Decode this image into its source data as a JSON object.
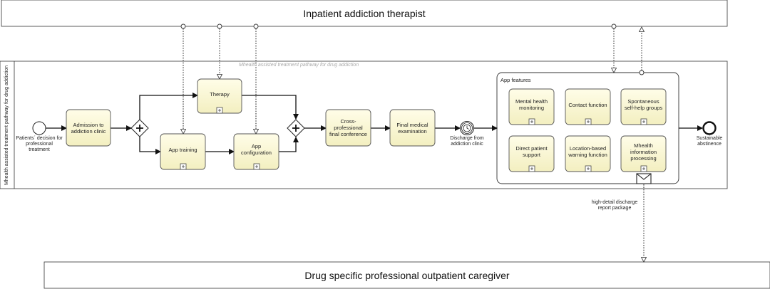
{
  "pools": {
    "top": "Inpatient addiction therapist",
    "bottom": "Drug specific professional outpatient caregiver"
  },
  "lane": {
    "label": "Mhealth assisted treatment pathway for drug addiction",
    "watermark": "Mhealth assisted treatment pathway for drug addiction"
  },
  "events": {
    "start": "Patients´ decision for professional treatment",
    "timer": "Discharge from addiction clinic",
    "end": "Sustainable abstinence"
  },
  "tasks": {
    "admission": "Admission to addiction clinic",
    "therapy": "Therapy",
    "app_training": "App training",
    "app_configuration": "App configuration",
    "conference": "Cross-professional final conference",
    "final_exam": "Final medical examination"
  },
  "subprocess": {
    "label": "App features",
    "items": [
      "Mental health monitoring",
      "Contact function",
      "Spontaneous self-help groups",
      "Direct patient support",
      "Location-based warning function",
      "Mhealth information processing"
    ]
  },
  "message_flow": {
    "label": "high-detail discharge report package"
  },
  "colors": {
    "task_fill": "#fbf8d4",
    "task_stroke": "#555555",
    "line": "#222222"
  }
}
